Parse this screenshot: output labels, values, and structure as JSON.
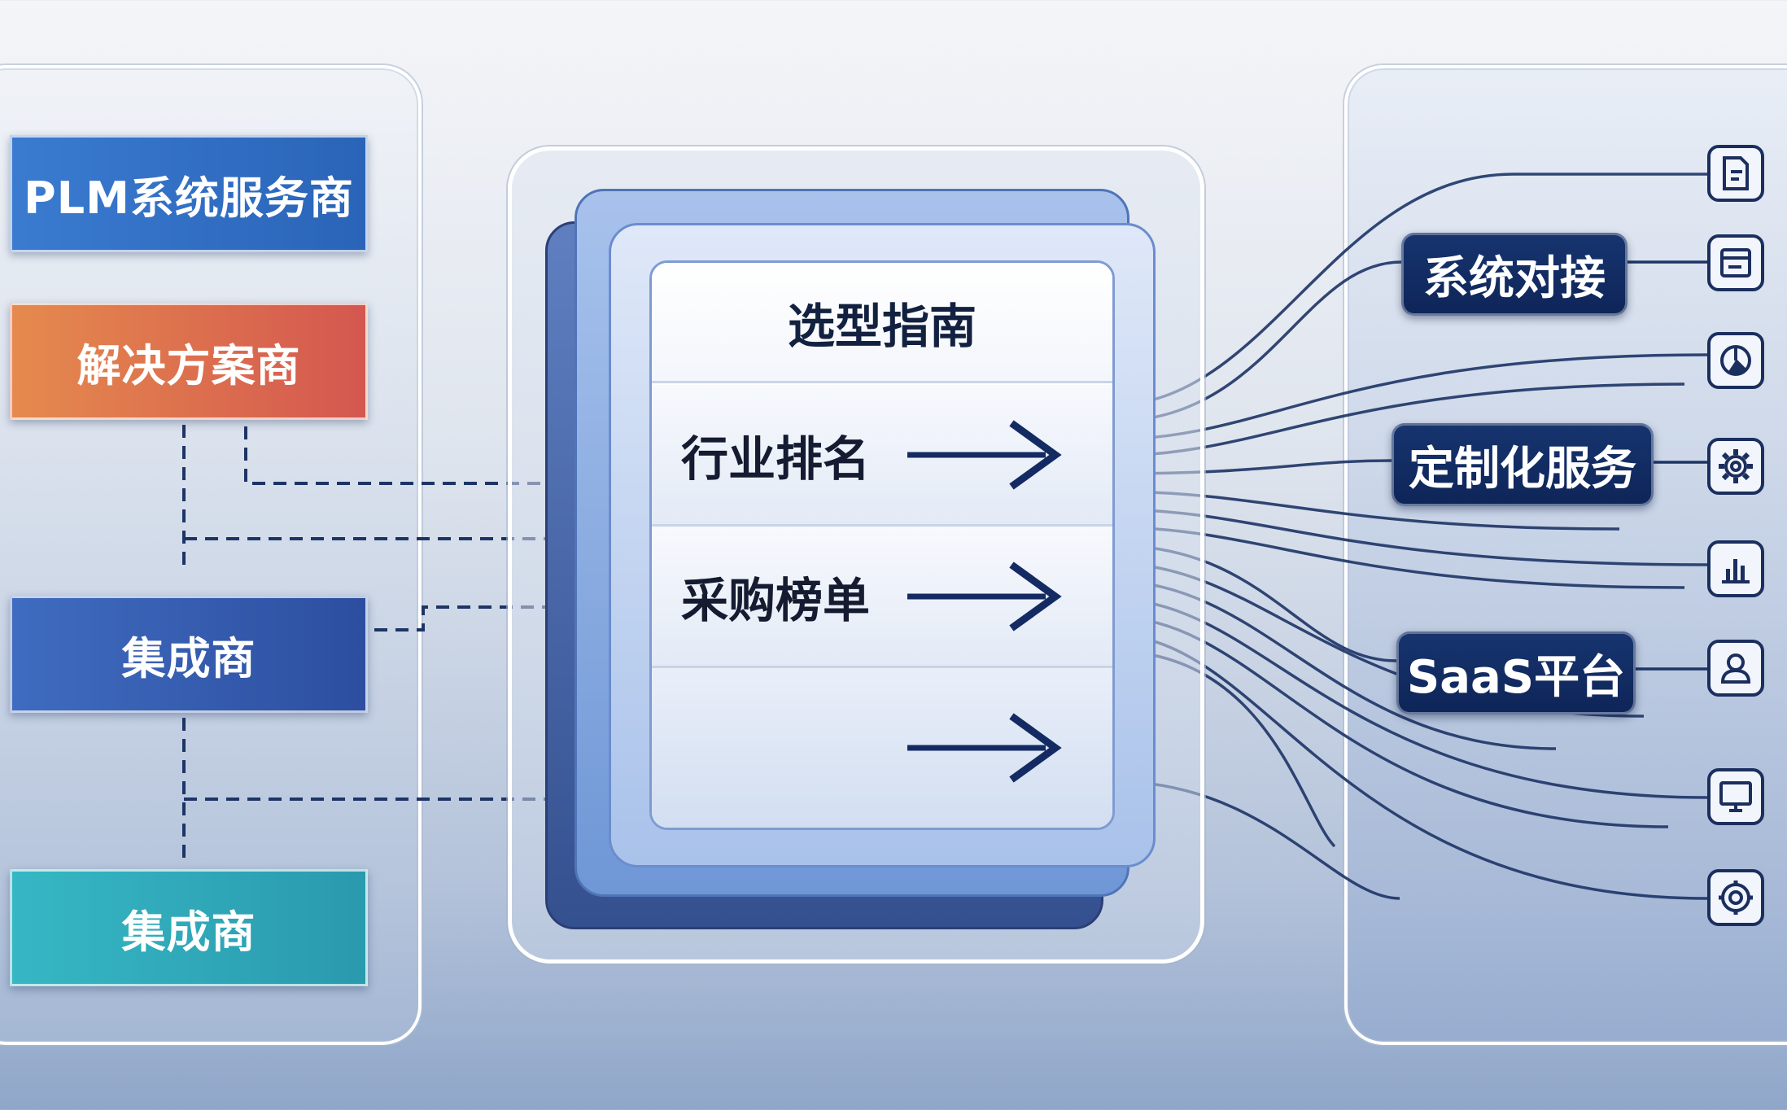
{
  "roles": {
    "plm": "PLM系统服务商",
    "solution": "解决方案商",
    "integrator_1": "集成商",
    "integrator_2": "集成商"
  },
  "guide": {
    "title": "选型指南",
    "rows": [
      {
        "label": "行业排名",
        "icon": "arrow-right-icon"
      },
      {
        "label": "采购榜单",
        "icon": "arrow-right-icon"
      },
      {
        "label": "",
        "icon": "arrow-right-icon"
      }
    ]
  },
  "tags": {
    "system": "系统对接",
    "custom": "定制化服务",
    "saas": "SaaS平台"
  },
  "icons": [
    "document-icon",
    "window-icon",
    "pie-chart-icon",
    "gear-icon",
    "bar-chart-icon",
    "user-icon",
    "monitor-icon",
    "target-icon"
  ],
  "colors": {
    "plm": "#2a64b8",
    "solution": "#d4574f",
    "integrator_1": "#2d4ea0",
    "integrator_2": "#2a9aae",
    "tag": "#0e2558",
    "line": "#1b2f5e"
  }
}
